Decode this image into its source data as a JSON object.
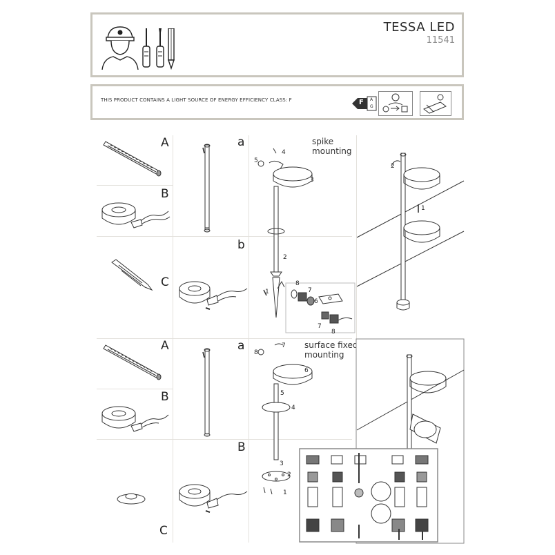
{
  "header": {
    "product_name": "TESSA LED",
    "product_code": "11541"
  },
  "energy": {
    "notice": "THIS PRODUCT CONTAINS A LIGHT SOURCE OF ENERGY EFFICIENCY CLASS: F",
    "class_letter": "F",
    "scale_top": "A",
    "scale_bottom": "G"
  },
  "section_top": {
    "label_a": "A",
    "label_b": "B",
    "label_c": "C",
    "step_a": "a",
    "step_b": "b",
    "mounting_title": "spike\nmounting",
    "mounting_line1": "spike",
    "mounting_line2": "mounting",
    "steps": [
      "4",
      "5",
      "3",
      "2",
      "1",
      "8",
      "7",
      "6",
      "7",
      "8",
      "2",
      "1"
    ]
  },
  "section_bottom": {
    "label_a": "A",
    "label_b": "B",
    "label_c": "C",
    "step_a": "a",
    "step_b": "B",
    "mounting_line1": "surface fixed",
    "mounting_line2": "mounting",
    "steps": [
      "7",
      "8",
      "6",
      "5",
      "4",
      "3",
      "2",
      "1"
    ]
  },
  "colors": {
    "frame": "#c9c6bd",
    "line": "#333333",
    "divider": "#e3e1dc",
    "inset_border": "#9a9a9a"
  }
}
